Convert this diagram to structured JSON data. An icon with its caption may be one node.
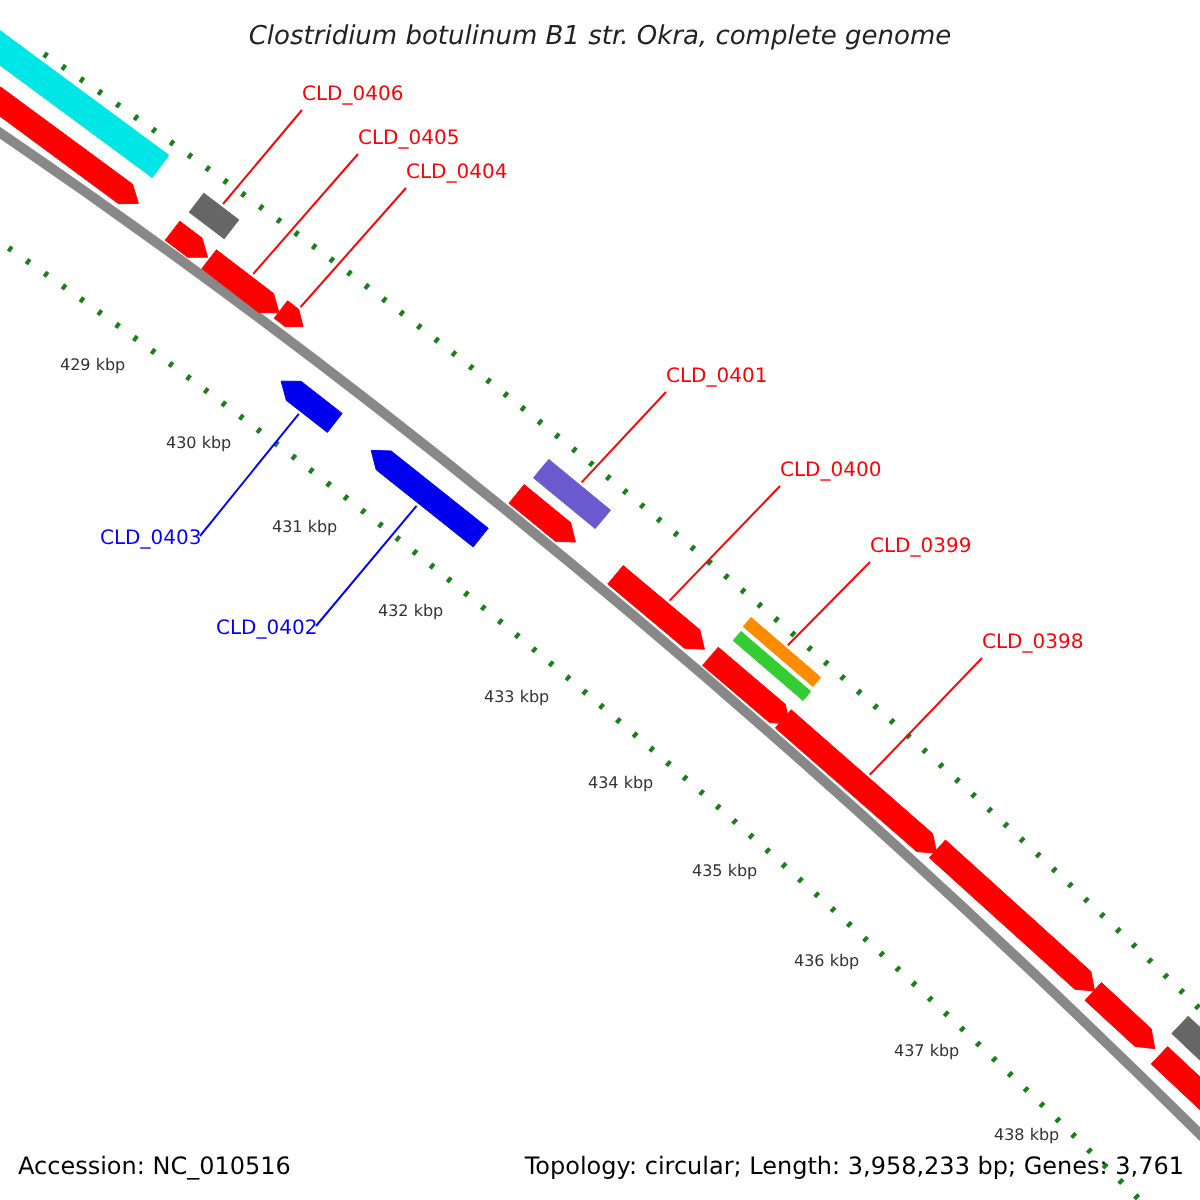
{
  "diagram": {
    "title": "Clostridium botulinum B1 str. Okra, complete genome",
    "nodes": [
      {
        "text": [],
        "shape": "box"
      },
      {
        "text": [],
        "shape": "arrow"
      },
      {
        "text": [
          "CLD_0406"
        ]
      },
      {
        "text": [
          "CLD_0405"
        ]
      },
      {
        "text": [
          "CLD_0404"
        ]
      },
      {
        "text": [],
        "shape": "box"
      },
      {
        "text": [],
        "shape": "arrow"
      },
      {
        "text": [],
        "shape": "arrow"
      },
      {
        "text": [],
        "shape": "arrow"
      },
      {
        "text": [],
        "shape": "arrow"
      },
      {
        "text": [
          "CLD_0401"
        ]
      },
      {
        "text": [],
        "shape": "arrow"
      },
      {
        "text": [
          "CLD_0400"
        ]
      },
      {
        "text": [
          "CLD_0403"
        ]
      },
      {
        "text": [],
        "shape": "box"
      },
      {
        "text": [],
        "shape": "arrow"
      },
      {
        "text": [
          "CLD_0399"
        ]
      },
      {
        "text": [
          "CLD_0402"
        ]
      },
      {
        "text": [],
        "shape": "arrow"
      },
      {
        "text": [
          "CLD_0398"
        ]
      },
      {
        "text": [],
        "shape": "box"
      },
      {
        "text": [],
        "shape": "box"
      },
      {
        "text": [],
        "shape": "arrow"
      },
      {
        "text": [],
        "shape": "arrow"
      },
      {
        "text": [],
        "shape": "arrow"
      },
      {
        "text": [],
        "shape": "arrow"
      },
      {
        "text": [],
        "shape": "box"
      },
      {
        "text": [],
        "shape": "arrow"
      }
    ],
    "edges": [
      {
        "from": 2,
        "to": 5,
        "arrow": "none"
      },
      {
        "from": 3,
        "to": 7,
        "arrow": "none"
      },
      {
        "from": 4,
        "to": 8,
        "arrow": "none"
      },
      {
        "from": 10,
        "to": 14,
        "arrow": "none"
      },
      {
        "from": 12,
        "to": 18,
        "arrow": "none"
      },
      {
        "from": 13,
        "to": 9,
        "arrow": "none",
        "color": "#0000ff"
      },
      {
        "from": 16,
        "to": 20,
        "arrow": "none"
      },
      {
        "from": 17,
        "to": 11,
        "arrow": "none",
        "color": "#0000ff"
      },
      {
        "from": 19,
        "to": 23,
        "arrow": "none"
      }
    ],
    "labels": [
      "429 kbp",
      "430 kbp",
      "431 kbp",
      "432 kbp",
      "433 kbp",
      "434 kbp",
      "435 kbp",
      "436 kbp",
      "437 kbp",
      "438 kbp",
      "Accession: NC_010516",
      "Topology: circular; Length: 3,958,233 bp; Genes: 3,761"
    ]
  }
}
